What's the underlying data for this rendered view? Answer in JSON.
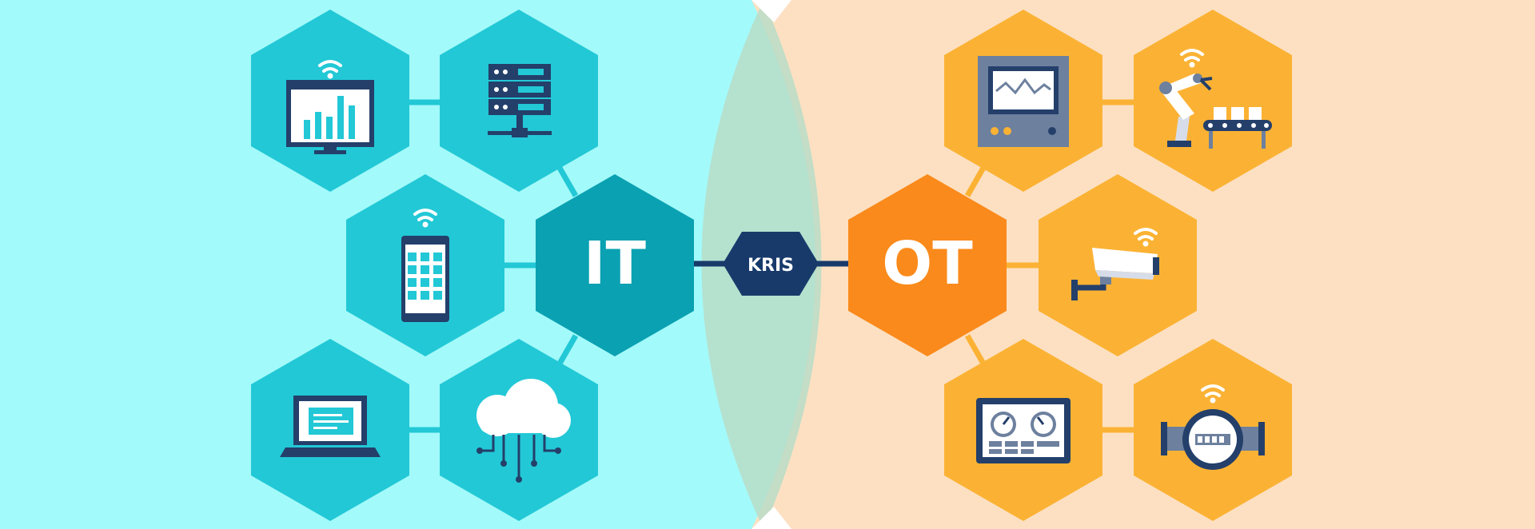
{
  "colors": {
    "it_background": "#a3fafa",
    "ot_background": "#fde0c2",
    "overlap": "#b8dcc7",
    "it_hex": "#22c8d6",
    "it_hub": "#0aa1b2",
    "ot_hex": "#fbb234",
    "ot_hub": "#fa8a1b",
    "kris_hex": "#183a6b",
    "icon_navy": "#243f6a",
    "connector_it": "#22c8d6",
    "connector_ot": "#fbb234"
  },
  "hubs": {
    "it": {
      "label": "IT"
    },
    "ot": {
      "label": "OT"
    },
    "kris": {
      "label": "KRIS"
    }
  },
  "it_devices": [
    {
      "name": "monitor-chart-icon"
    },
    {
      "name": "server-rack-icon"
    },
    {
      "name": "smartphone-icon"
    },
    {
      "name": "laptop-icon"
    },
    {
      "name": "cloud-network-icon"
    }
  ],
  "ot_devices": [
    {
      "name": "control-panel-icon"
    },
    {
      "name": "robot-arm-conveyor-icon"
    },
    {
      "name": "security-camera-icon"
    },
    {
      "name": "gauge-dashboard-icon"
    },
    {
      "name": "flow-meter-icon"
    }
  ]
}
